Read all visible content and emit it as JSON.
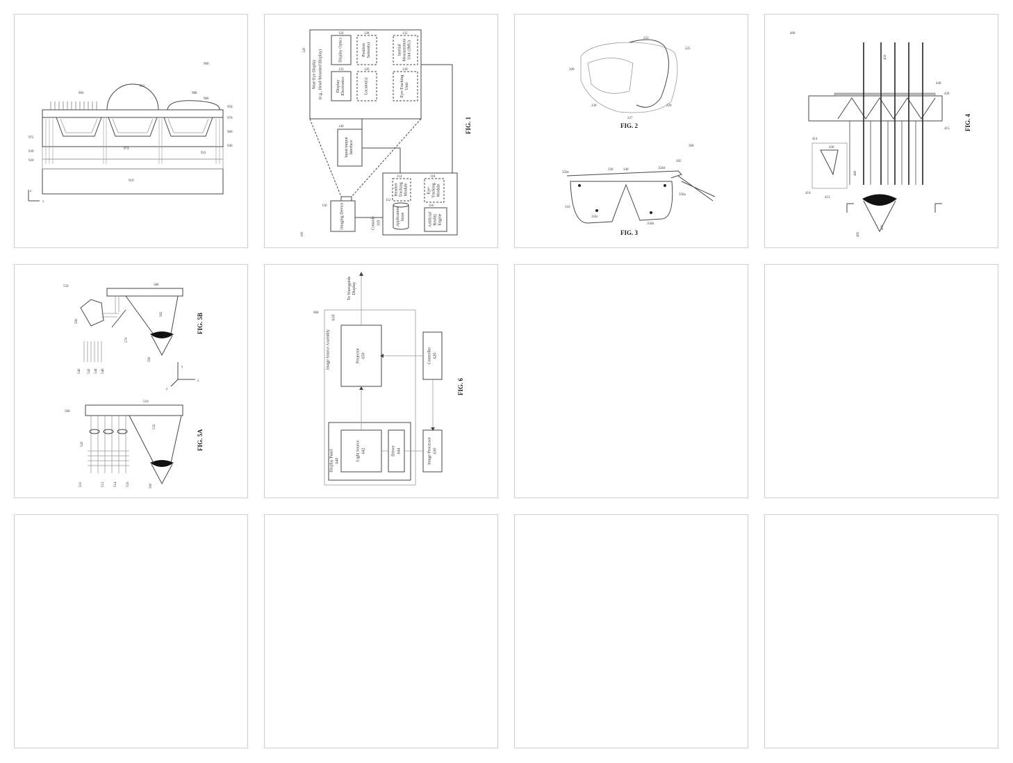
{
  "thumbnails": [
    {
      "id": "sheet-1",
      "labels": {
        "ref": "900",
        "a": "904",
        "b": "952",
        "c": "988",
        "d": "986",
        "e": "950",
        "f": "970",
        "g": "960",
        "h": "940",
        "i": "922",
        "j": "972",
        "k": "930",
        "l": "920",
        "m": "974",
        "n": "910",
        "z": "z",
        "x": "x"
      }
    },
    {
      "id": "sheet-2",
      "fig": "FIG. 1",
      "labels": {
        "ref": "100",
        "ned": "Near-Eye Display",
        "ned2": "(e.g., Head-Mounted Display)",
        "ned_num": "120",
        "optics": "Display Optics",
        "optics_num": "124",
        "electronics": "Display Electronics",
        "electronics_num": "122",
        "pos": "Position Sensor(s)",
        "pos_num": "128",
        "loc": "Locator(s)",
        "loc_num": "126",
        "imu": "Inertial Measurement Unit (IMU)",
        "imu_num": "132",
        "eye": "Eye-Tracking Unit",
        "eye_num": "130",
        "io": "Input/output Interface",
        "io_num": "140",
        "img": "Imaging Device",
        "img_num": "150",
        "console": "Console",
        "console_num": "110",
        "app": "Application Store",
        "app_num": "112",
        "hts": "Headset Tracking Module",
        "hts_num": "114",
        "etm": "Eye-Tracking Module",
        "etm_num": "118",
        "are": "Artificial Reality Engine",
        "are_num": "116"
      }
    },
    {
      "id": "sheet-3",
      "fig_a": "FIG. 2",
      "fig_b": "FIG. 3",
      "labels": {
        "r200": "200",
        "r223": "223",
        "r225": "225",
        "r230": "230",
        "r227": "227",
        "r220": "220",
        "r300": "300",
        "r305": "305",
        "r330": "330",
        "r340": "340",
        "r350a": "350a",
        "r350b": "350b",
        "r350c": "350c",
        "r350d": "350d",
        "r350e": "350e",
        "r310": "310"
      }
    },
    {
      "id": "sheet-4",
      "fig": "FIG. 4",
      "labels": {
        "r400": "400",
        "r450": "450",
        "r440": "440",
        "r420": "420",
        "r415": "415",
        "r430": "430",
        "r414": "414",
        "r410": "410",
        "r412": "412",
        "r460": "460",
        "r495": "495",
        "r490": "490"
      }
    },
    {
      "id": "sheet-5",
      "fig_a": "FIG. 5B",
      "fig_b": "FIG. 5A",
      "labels": {
        "r550": "550",
        "r580": "580",
        "r582": "582",
        "r560": "560",
        "r570": "570",
        "r540": "540",
        "r542": "542",
        "r544": "544",
        "r546": "546",
        "r590b": "590",
        "r500": "500",
        "r510w": "510",
        "r520": "520",
        "r532": "532",
        "r510": "510",
        "r512": "512",
        "r514": "514",
        "r516": "516",
        "r590a": "590",
        "x": "x",
        "y": "y",
        "z": "z"
      }
    },
    {
      "id": "sheet-6",
      "fig": "FIG. 6",
      "labels": {
        "r600": "600",
        "to": "To Waveguide Display",
        "isa": "Image Source Assembly",
        "isa_num": "610",
        "proj": "Projector",
        "proj_num": "650",
        "ctrl": "Controller",
        "ctrl_num": "620",
        "dp": "Display Panel",
        "dp_num": "640",
        "ls": "Light Source",
        "ls_num": "642",
        "drv": "Driver",
        "drv_num": "644",
        "ip": "Image Processor",
        "ip_num": "630"
      }
    },
    {
      "id": "sheet-7"
    },
    {
      "id": "sheet-8"
    },
    {
      "id": "sheet-9"
    },
    {
      "id": "sheet-10"
    },
    {
      "id": "sheet-11"
    },
    {
      "id": "sheet-12"
    }
  ],
  "colors": {
    "border": "#cfcfcf",
    "ink": "#333333"
  }
}
